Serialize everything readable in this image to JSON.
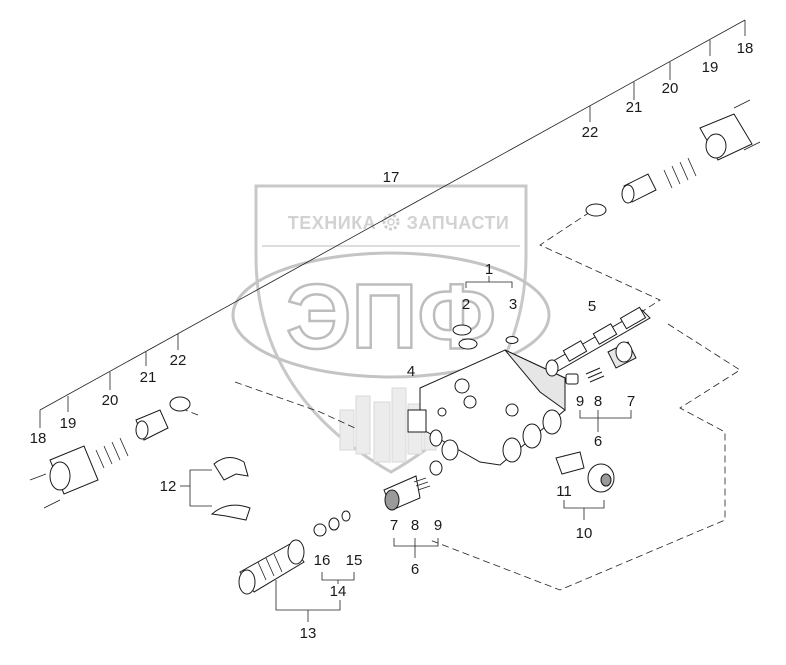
{
  "watermark": {
    "left_word": "ТЕХНИКА",
    "right_word": "ЗАПЧАСТИ",
    "big_text": "ЭПФ"
  },
  "callouts": {
    "c1": "1",
    "c2": "2",
    "c3": "3",
    "c4": "4",
    "c5": "5",
    "c6a": "6",
    "c6b": "6",
    "c7a": "7",
    "c7b": "7",
    "c8a": "8",
    "c8b": "8",
    "c9a": "9",
    "c9b": "9",
    "c10": "10",
    "c11": "11",
    "c12": "12",
    "c13": "13",
    "c14": "14",
    "c15": "15",
    "c16": "16",
    "c17": "17",
    "c18a": "18",
    "c18b": "18",
    "c19a": "19",
    "c19b": "19",
    "c20a": "20",
    "c20b": "20",
    "c21a": "21",
    "c21b": "21",
    "c22a": "22",
    "c22b": "22"
  },
  "colors": {
    "line": "#1a1a1a",
    "watermark": "#c8c8c8",
    "background": "#ffffff"
  }
}
